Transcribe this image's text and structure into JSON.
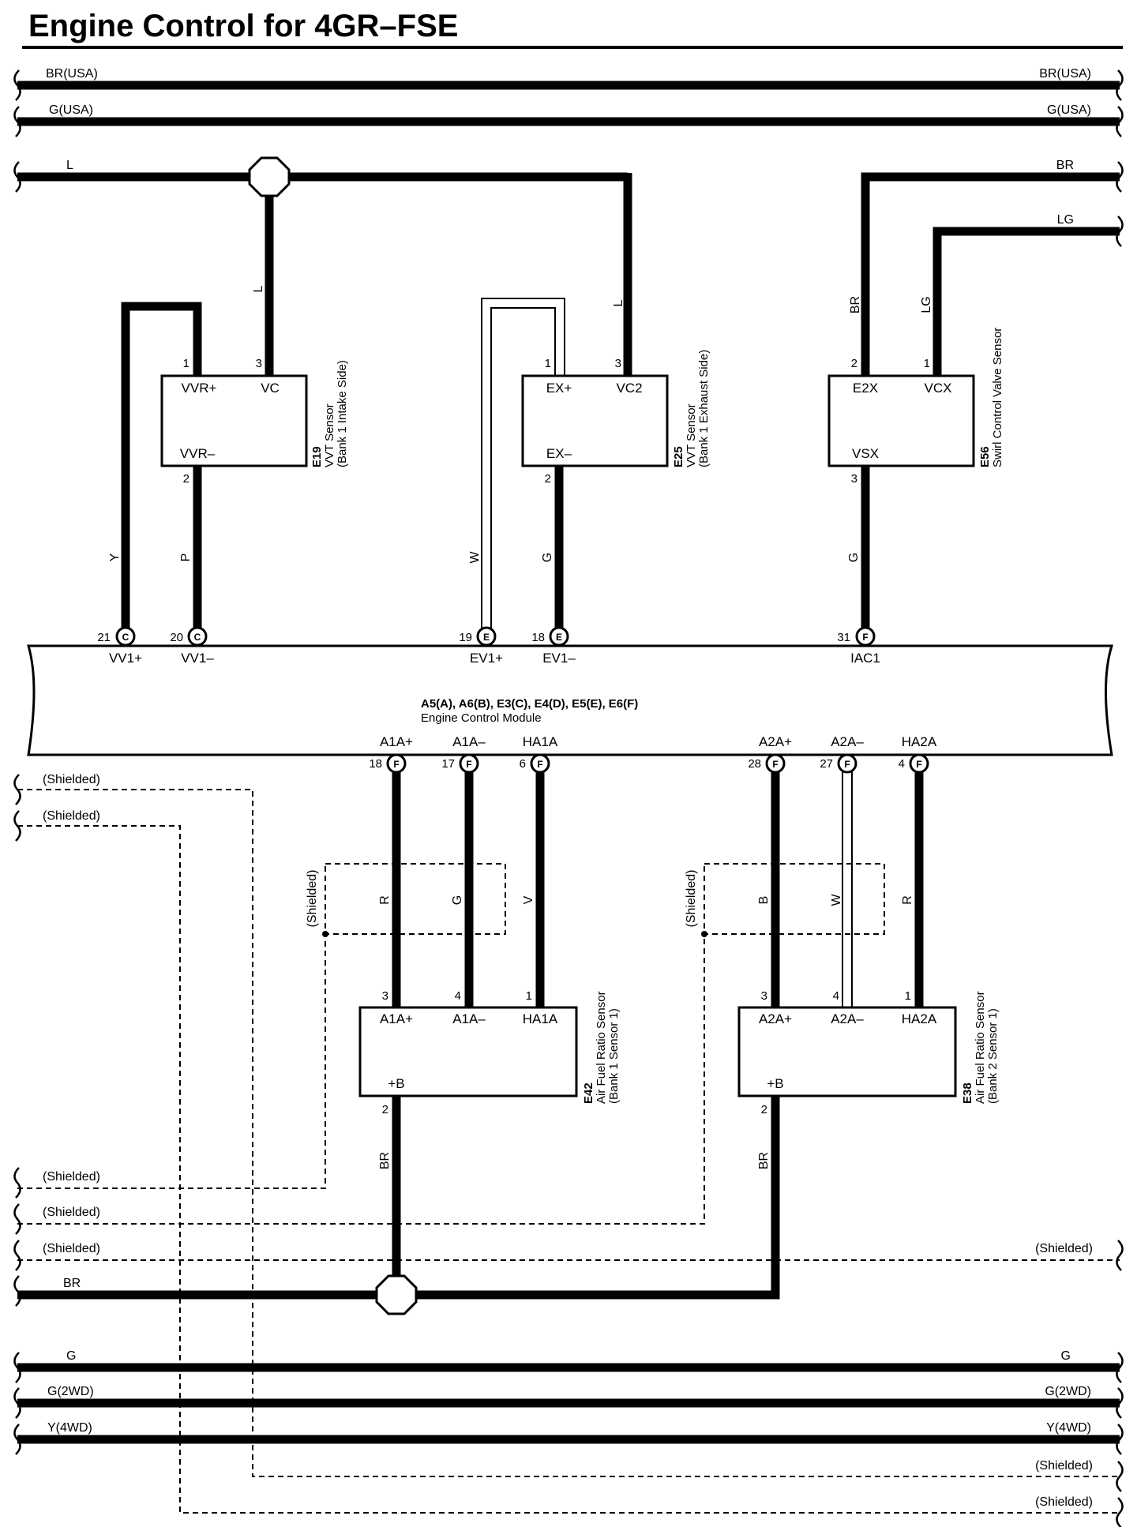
{
  "title": "Engine Control for 4GR–FSE",
  "wires": {
    "br_usa": "BR(USA)",
    "g_usa": "G(USA)",
    "l": "L",
    "br": "BR",
    "lg": "LG",
    "y": "Y",
    "p": "P",
    "w": "W",
    "g": "G",
    "r": "R",
    "v": "V",
    "b": "B",
    "g_2wd": "G(2WD)",
    "y_4wd": "Y(4WD)",
    "shielded": "(Shielded)"
  },
  "sensors": {
    "e19": {
      "id": "E19",
      "name": "VVT Sensor",
      "sub": "(Bank 1 Intake Side)",
      "pins": {
        "vvr_plus": "VVR+",
        "vc": "VC",
        "vvr_minus": "VVR–"
      },
      "nums": {
        "vvr_plus": "1",
        "vc": "3",
        "vvr_minus": "2"
      }
    },
    "e25": {
      "id": "E25",
      "name": "VVT Sensor",
      "sub": "(Bank 1 Exhaust Side)",
      "pins": {
        "ex_plus": "EX+",
        "vc2": "VC2",
        "ex_minus": "EX–"
      },
      "nums": {
        "ex_plus": "1",
        "vc2": "3",
        "ex_minus": "2"
      }
    },
    "e56": {
      "id": "E56",
      "name": "Swirl Control Valve Sensor",
      "pins": {
        "e2x": "E2X",
        "vcx": "VCX",
        "vsx": "VSX"
      },
      "nums": {
        "e2x": "2",
        "vcx": "1",
        "vsx": "3"
      }
    },
    "e42": {
      "id": "E42",
      "name": "Air Fuel Ratio Sensor",
      "sub": "(Bank 1 Sensor 1)",
      "pins": {
        "a1a_plus": "A1A+",
        "a1a_minus": "A1A–",
        "ha1a": "HA1A",
        "b_plus": "+B"
      },
      "nums": {
        "a1a_plus": "3",
        "a1a_minus": "4",
        "ha1a": "1",
        "b_plus": "2"
      }
    },
    "e38": {
      "id": "E38",
      "name": "Air Fuel Ratio Sensor",
      "sub": "(Bank 2 Sensor 1)",
      "pins": {
        "a2a_plus": "A2A+",
        "a2a_minus": "A2A–",
        "ha2a": "HA2A",
        "b_plus": "+B"
      },
      "nums": {
        "a2a_plus": "3",
        "a2a_minus": "4",
        "ha2a": "1",
        "b_plus": "2"
      }
    }
  },
  "ecm": {
    "connectors": "A5(A), A6(B), E3(C), E4(D), E5(E), E6(F)",
    "name": "Engine Control Module",
    "top_pins": [
      {
        "num": "21",
        "conn": "C",
        "label": "VV1+"
      },
      {
        "num": "20",
        "conn": "C",
        "label": "VV1–"
      },
      {
        "num": "19",
        "conn": "E",
        "label": "EV1+"
      },
      {
        "num": "18",
        "conn": "E",
        "label": "EV1–"
      },
      {
        "num": "31",
        "conn": "F",
        "label": "IAC1"
      }
    ],
    "bottom_pins": [
      {
        "num": "18",
        "conn": "F",
        "label": "A1A+"
      },
      {
        "num": "17",
        "conn": "F",
        "label": "A1A–"
      },
      {
        "num": "6",
        "conn": "F",
        "label": "HA1A"
      },
      {
        "num": "28",
        "conn": "F",
        "label": "A2A+"
      },
      {
        "num": "27",
        "conn": "F",
        "label": "A2A–"
      },
      {
        "num": "4",
        "conn": "F",
        "label": "HA2A"
      }
    ]
  }
}
